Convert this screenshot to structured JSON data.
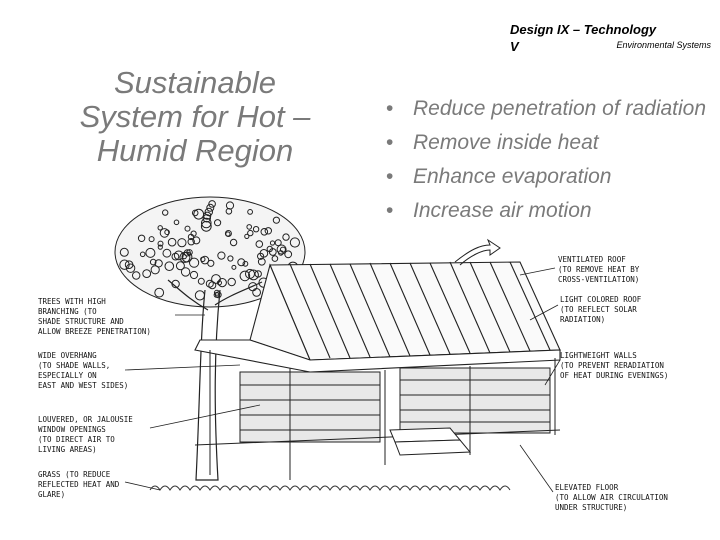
{
  "header": {
    "course": "Design IX – Technology",
    "course_cont": "V",
    "subtitle": "Environmental Systems"
  },
  "title": {
    "line1": "Sustainable",
    "line2": "System for Hot –",
    "line3": "Humid Region"
  },
  "bullets": [
    "Reduce penetration of radiation",
    "Remove inside heat",
    "Enhance evaporation",
    "Increase air motion"
  ],
  "labels": {
    "trees": [
      "TREES WITH HIGH",
      "BRANCHING (TO",
      "SHADE STRUCTURE AND",
      "ALLOW BREEZE PENETRATION)"
    ],
    "overhang": [
      "WIDE OVERHANG",
      "(TO SHADE WALLS,",
      "ESPECIALLY ON",
      "EAST AND WEST SIDES)"
    ],
    "louvered": [
      "LOUVERED, OR JALOUSIE",
      "WINDOW OPENINGS",
      "(TO DIRECT AIR TO",
      "LIVING AREAS)"
    ],
    "grass": [
      "GRASS (TO REDUCE",
      "REFLECTED HEAT AND",
      "GLARE)"
    ],
    "roof": [
      "VENTILATED ROOF",
      "(TO REMOVE HEAT BY",
      "CROSS-VENTILATION)"
    ],
    "light_roof": [
      "LIGHT COLORED ROOF",
      "(TO REFLECT SOLAR",
      "RADIATION)"
    ],
    "walls": [
      "LIGHTWEIGHT WALLS",
      "(TO PREVENT RERADIATION",
      "OF HEAT DURING EVENINGS)"
    ],
    "floor": [
      "ELEVATED FLOOR",
      "(TO ALLOW AIR CIRCULATION",
      "UNDER STRUCTURE)"
    ]
  }
}
